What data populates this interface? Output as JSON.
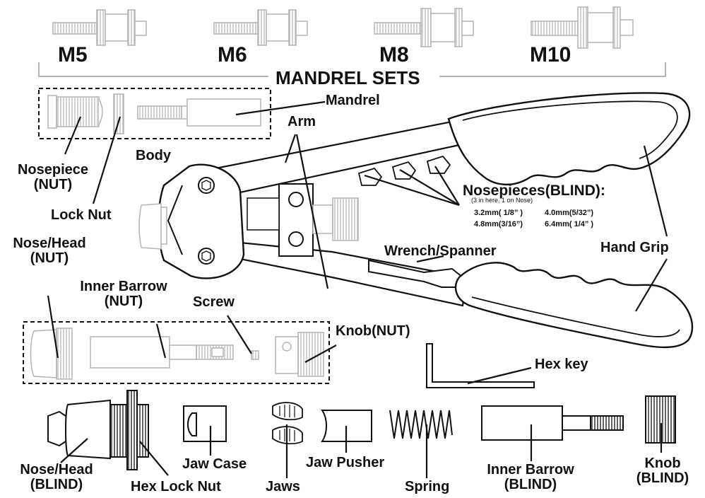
{
  "mandrel_sets": {
    "title": "MANDREL SETS",
    "sizes": [
      "M5",
      "M6",
      "M8",
      "M10"
    ]
  },
  "parts": {
    "mandrel": "Mandrel",
    "arm": "Arm",
    "body": "Body",
    "nosepiece_nut": "Nosepiece\n(NUT)",
    "lock_nut": "Lock Nut",
    "nose_head_nut": "Nose/Head\n(NUT)",
    "inner_barrow_nut": "Inner Barrow\n(NUT)",
    "screw": "Screw",
    "knob_nut": "Knob(NUT)",
    "wrench_spanner": "Wrench/Spanner",
    "hand_grip": "Hand Grip",
    "hex_key": "Hex key",
    "nose_head_blind": "Nose/Head\n(BLIND)",
    "hex_lock_nut": "Hex Lock Nut",
    "jaw_case": "Jaw Case",
    "jaws": "Jaws",
    "jaw_pusher": "Jaw Pusher",
    "spring": "Spring",
    "inner_barrow_blind": "Inner Barrow\n(BLIND)",
    "knob_blind": "Knob\n(BLIND)"
  },
  "nosepieces_blind": {
    "title": "Nosepieces(BLIND):",
    "note": "(3 in here, 1 on Nose)",
    "sizes": [
      "3.2mm( 1/8” )",
      "4.0mm(5/32”)",
      "4.8mm(3/16”)",
      "6.4mm( 1/4” )"
    ]
  },
  "colors": {
    "ink": "#111111",
    "faded": "#b4b4b4"
  }
}
